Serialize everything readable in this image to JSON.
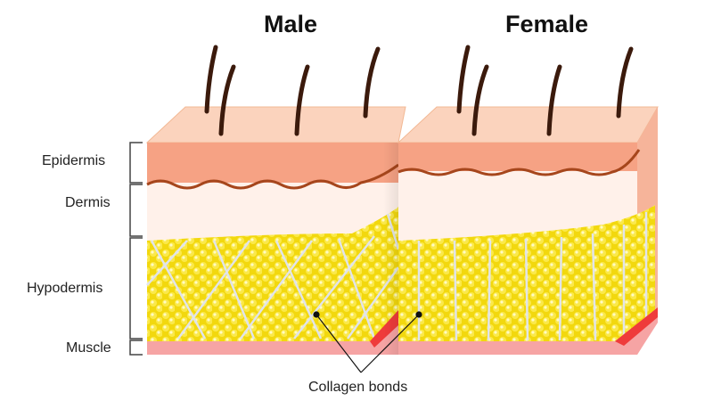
{
  "titles": {
    "male": "Male",
    "female": "Female"
  },
  "layers": {
    "epidermis": "Epidermis",
    "dermis": "Dermis",
    "hypodermis": "Hypodermis",
    "muscle": "Muscle"
  },
  "annotation": "Collagen bonds",
  "colors": {
    "skin_top": "#fbd3bd",
    "epidermis": "#f6a284",
    "epidermis_edge": "#a6461c",
    "dermis": "#fff1ea",
    "fat": "#f7e21c",
    "fat_light": "#fff9a0",
    "collagen": "#e1e4ea",
    "muscle": "#f6a4a4",
    "hair": "#3b1a0c"
  }
}
